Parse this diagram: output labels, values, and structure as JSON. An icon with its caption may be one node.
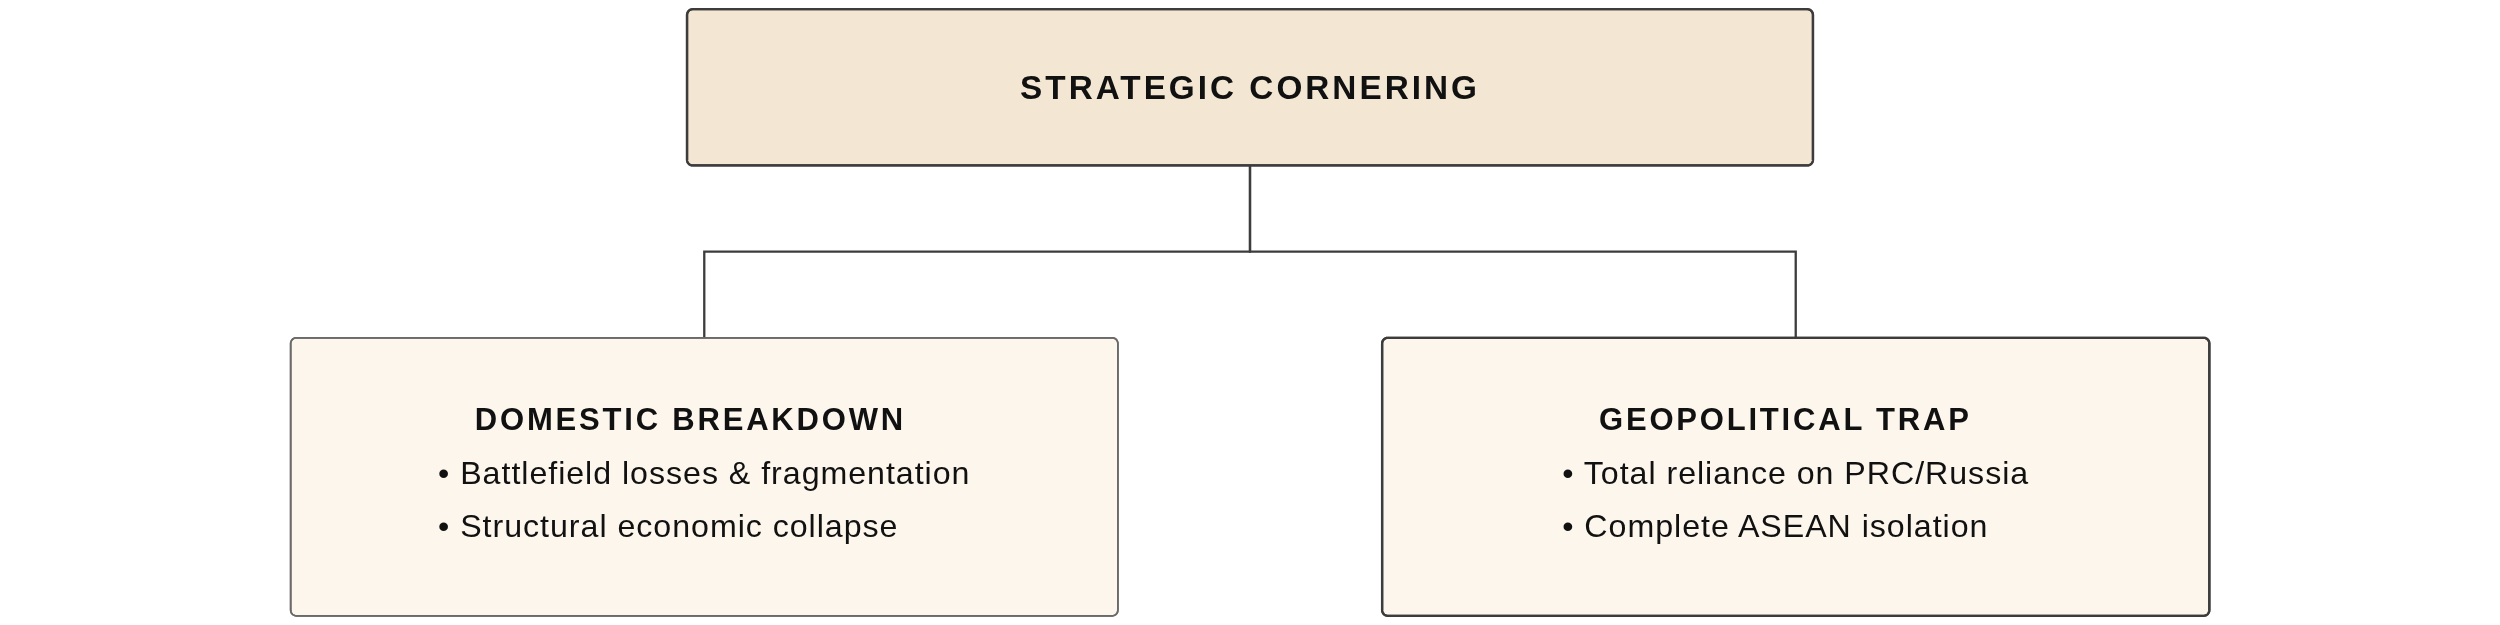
{
  "diagram": {
    "nodes": [
      {
        "text": [
          "STRATEGIC CORNERING"
        ]
      },
      {
        "text": [
          "DOMESTIC BREAKDOWN",
          "• Battlefield losses & fragmentation",
          "• Structural economic collapse"
        ]
      },
      {
        "text": [
          "GEOPOLITICAL TRAP",
          "• Total reliance on PRC/Russia",
          "• Complete ASEAN isolation"
        ]
      }
    ],
    "edges": [
      {
        "from": 0,
        "to": 1,
        "arrow": "none"
      },
      {
        "from": 0,
        "to": 2,
        "arrow": "none"
      }
    ]
  }
}
